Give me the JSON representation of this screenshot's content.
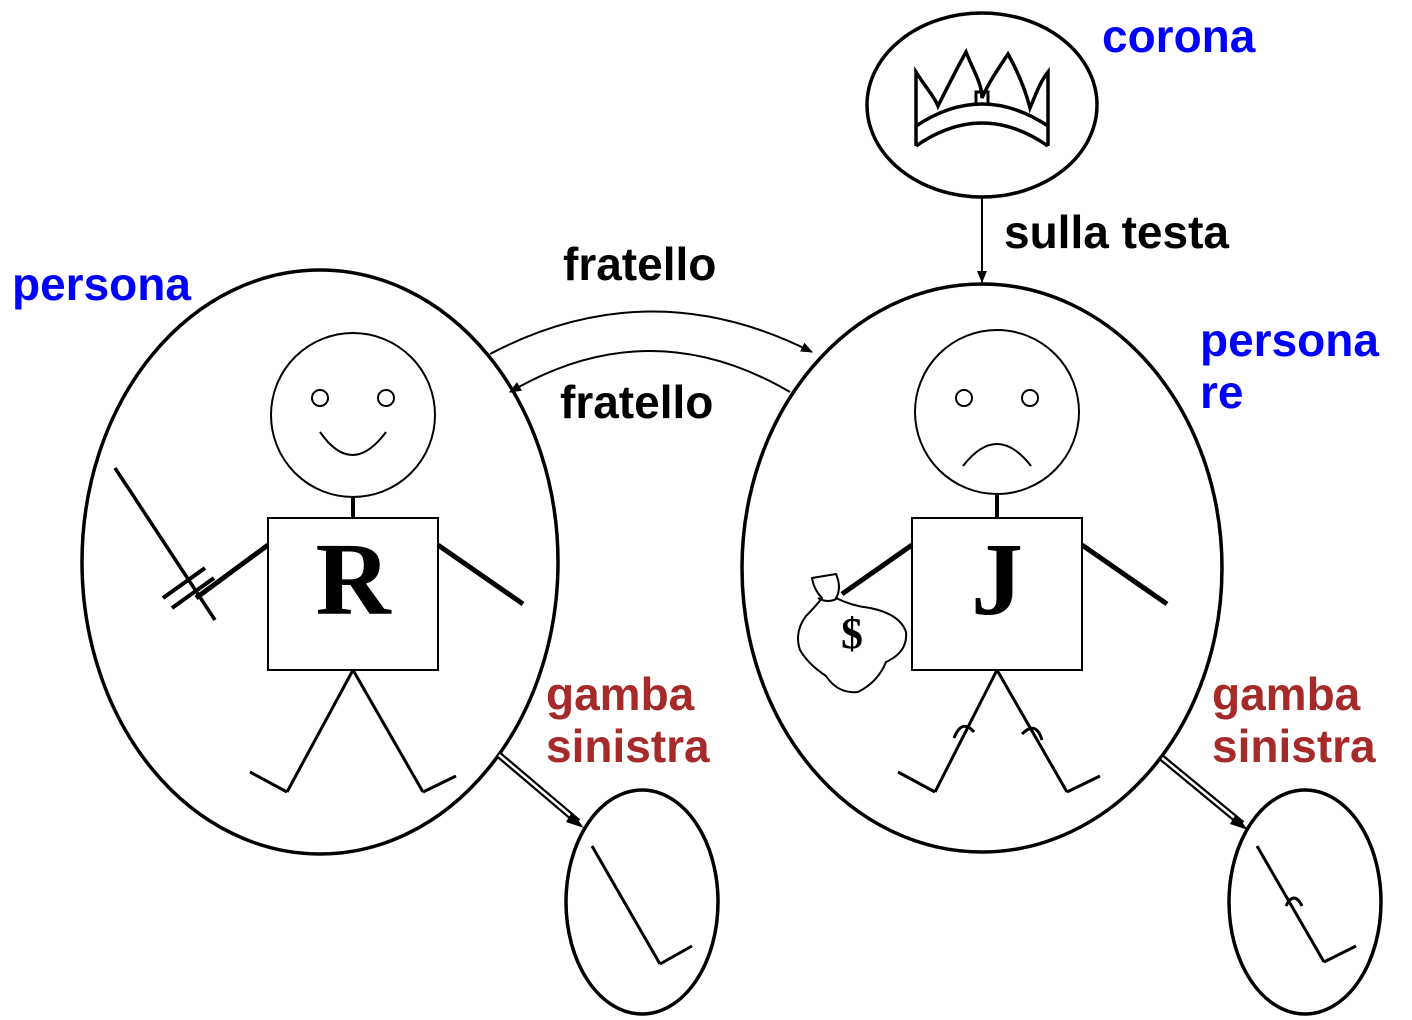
{
  "objects": {
    "crown": {
      "type_label": "corona"
    },
    "richard": {
      "type_label": "persona",
      "letter": "R",
      "leg_label_1": "gamba",
      "leg_label_2": "sinistra"
    },
    "john": {
      "type_label_1": "persona",
      "type_label_2": "re",
      "letter": "J",
      "leg_label_1": "gamba",
      "leg_label_2": "sinistra"
    }
  },
  "relations": {
    "brother_r_to_j": "fratello",
    "brother_j_to_r": "fratello",
    "on_head": "sulla testa"
  },
  "money_bag_symbol": "$",
  "colors": {
    "type_label": "#0000ff",
    "function_label": "#a52a2a",
    "relation_label": "#000000"
  }
}
